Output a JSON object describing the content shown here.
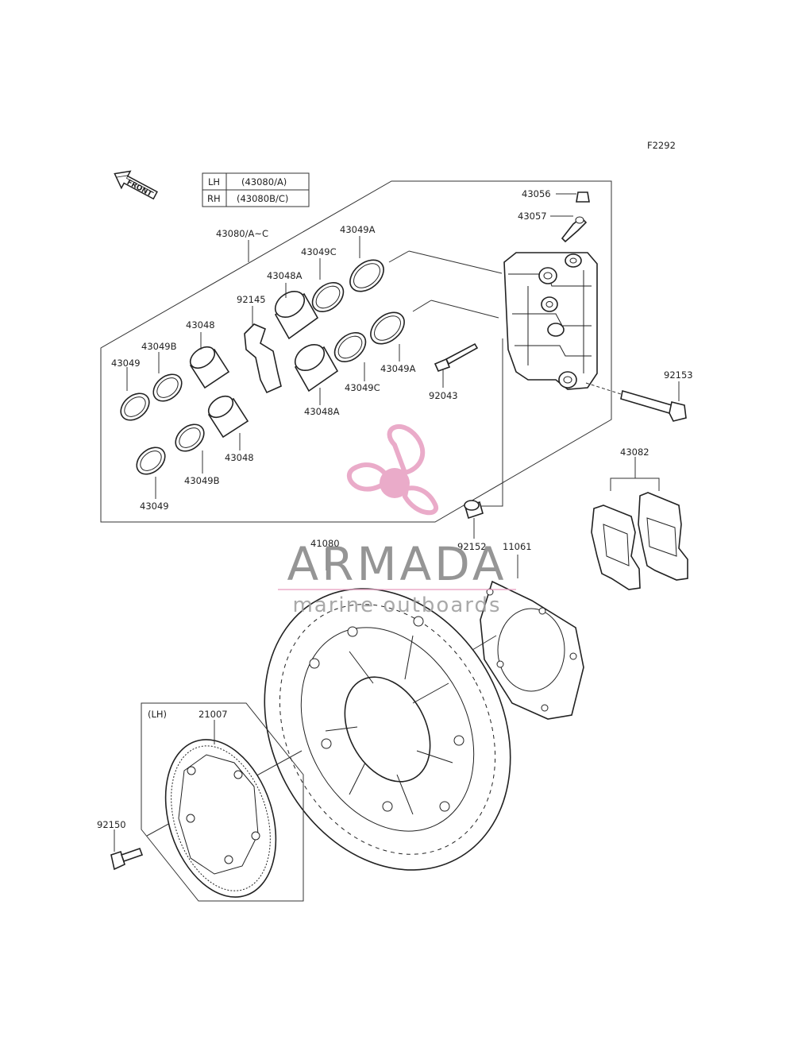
{
  "figure_code": "F2292",
  "front_label": "FRONT",
  "caliper_table": [
    {
      "side": "LH",
      "part": "(43080/A)"
    },
    {
      "side": "RH",
      "part": "(43080B/C)"
    }
  ],
  "callouts": {
    "caliper_assy": "43080/A~C",
    "p43049A_top": "43049A",
    "p43049C_top": "43049C",
    "p43048A_top": "43048A",
    "p92145": "92145",
    "p43048_top": "43048",
    "p43049B_top": "43049B",
    "p43049_top": "43049",
    "p43049A_mid": "43049A",
    "p43049C_mid": "43049C",
    "p43048A_mid": "43048A",
    "p43048_low": "43048",
    "p43049B_low": "43049B",
    "p43049_low": "43049",
    "p92043": "92043",
    "p43056": "43056",
    "p43057": "43057",
    "p92153": "92153",
    "p43082": "43082",
    "p92152": "92152",
    "p11061": "11061",
    "p41080": "41080",
    "lh_note": "(LH)",
    "p21007": "21007",
    "p92150": "92150"
  },
  "watermark": {
    "brand": "ARMADA",
    "tagline": "marine outboards",
    "color_primary": "#e8a3c4",
    "color_text": "#8a8a8a"
  }
}
